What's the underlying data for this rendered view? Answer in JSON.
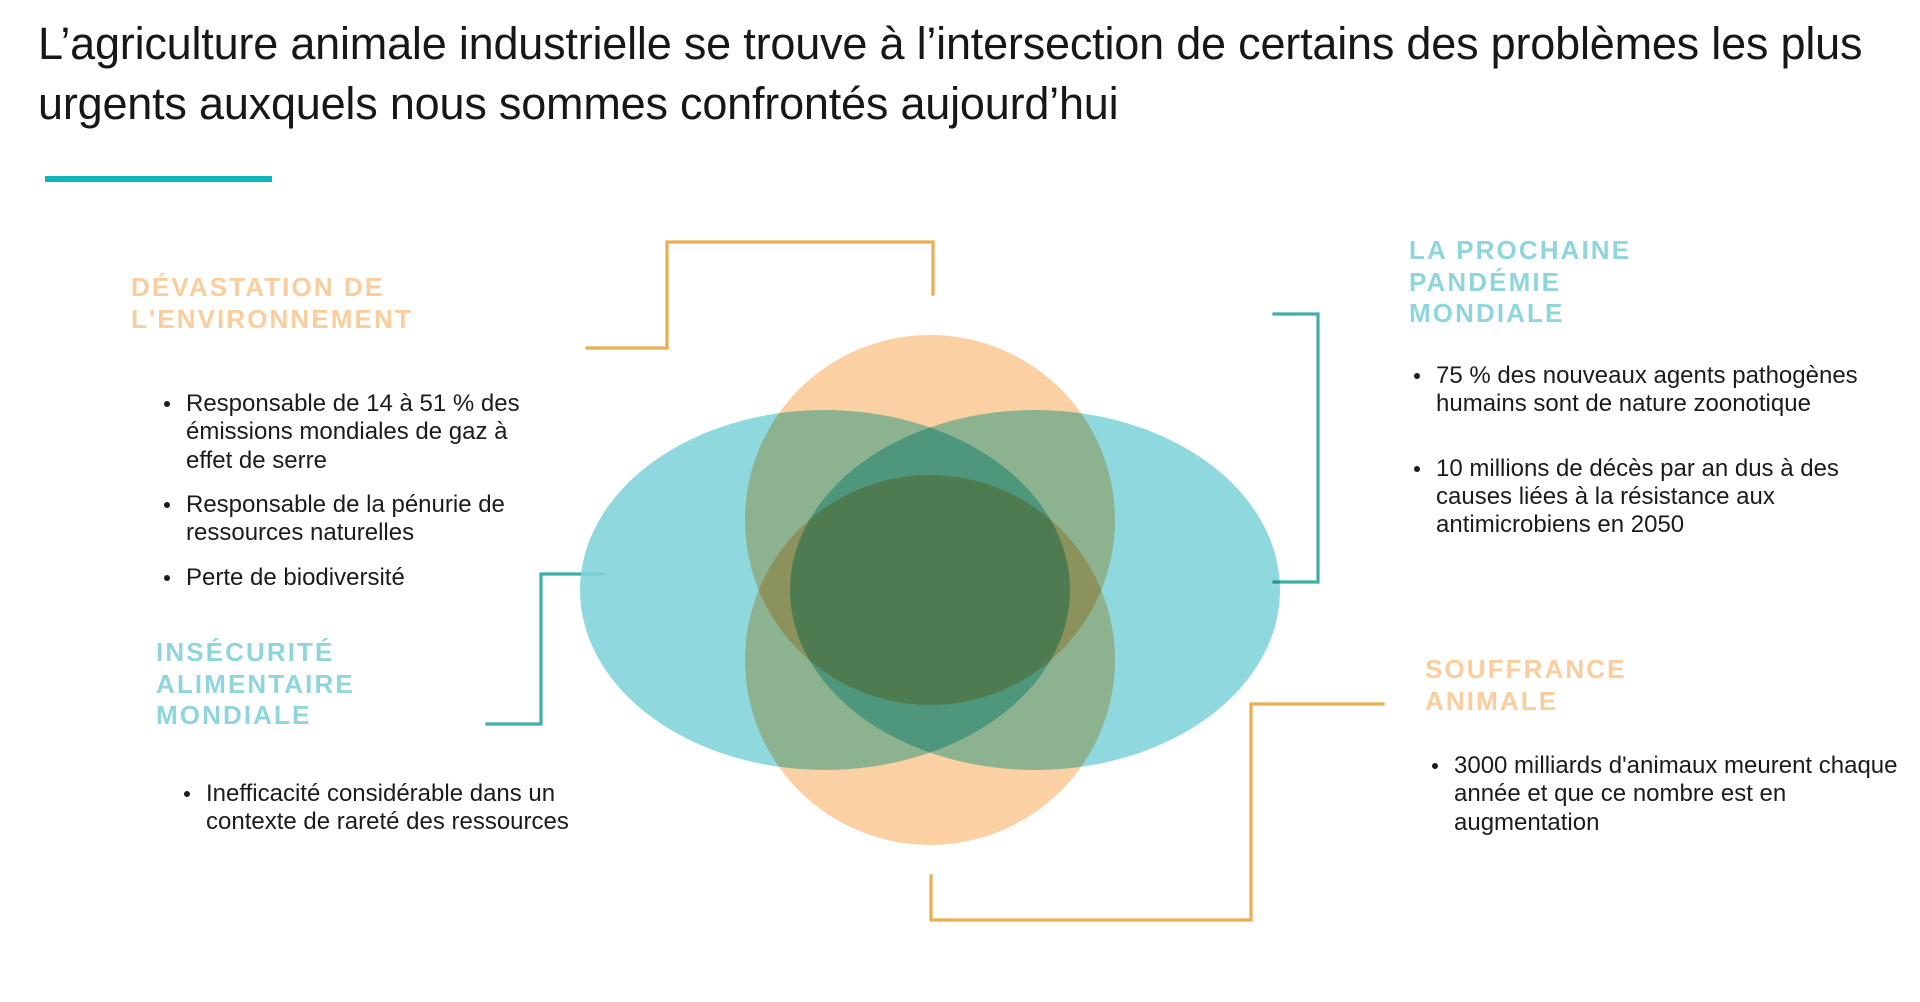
{
  "title": {
    "text": "L’agriculture animale industrielle se trouve à l’intersection de certains des problèmes les plus urgents auxquels nous sommes confrontés aujourd’hui",
    "accent_color": "#13B5BC"
  },
  "colors": {
    "orange": "#FBCD9C",
    "teal": "#7FD4DA",
    "teal_dark": "#3FBDB5",
    "orange_line": "#E8AE4F",
    "teal_line": "#3FAFA8",
    "heading_orange": "#FBCD9C",
    "heading_teal": "#8FD6DC",
    "body_text": "#1b1b1d"
  },
  "sections": {
    "environment": {
      "heading": "DÉVASTATION DE\nL'ENVIRONNEMENT",
      "bullets": [
        "Responsable de 14 à 51 % des émissions mondiales de gaz à effet de serre",
        "Responsable de la pénurie de ressources naturelles",
        "Perte de biodiversité"
      ]
    },
    "food_insecurity": {
      "heading": "INSÉCURITÉ\nALIMENTAIRE\nMONDIALE",
      "bullets": [
        "Inefficacité considérable dans un contexte de rareté des ressources"
      ]
    },
    "pandemic": {
      "heading": "LA PROCHAINE\nPANDÉMIE\nMONDIALE",
      "bullets": [
        "75 % des nouveaux agents pathogènes humains sont de nature zoonotique",
        "10 millions de décès par an dus à des causes liées à la résistance aux antimicrobiens en 2050"
      ]
    },
    "animal_suffering": {
      "heading": "SOUFFRANCE\nANIMALE",
      "bullets": [
        "3000 milliards d'animaux meurent chaque année et que ce nombre est en augmentation"
      ]
    }
  },
  "venn": {
    "description": "four-overlapping-circles",
    "circles": [
      {
        "name": "top-circle",
        "color": "#FBCD9C"
      },
      {
        "name": "bottom-circle",
        "color": "#FBCD9C"
      },
      {
        "name": "left-circle",
        "color": "#7FD4DA"
      },
      {
        "name": "right-circle",
        "color": "#7FD4DA"
      }
    ]
  }
}
